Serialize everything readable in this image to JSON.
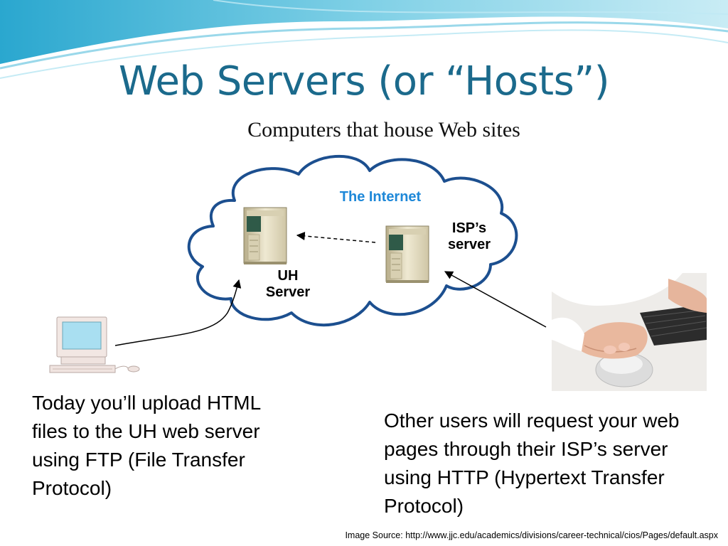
{
  "slide": {
    "title": "Web Servers (or “Hosts”)",
    "subtitle": "Computers that house Web sites"
  },
  "diagram": {
    "cloud_label": "The Internet",
    "isp_server_label": "ISP’s\nserver",
    "uh_server_label": "UH\nServer"
  },
  "text": {
    "upload_note": "Today you’ll upload HTML files to the UH web server using FTP (File Transfer Protocol)",
    "request_note": "Other users will request your web pages through their ISP’s server using HTTP (Hypertext Transfer Protocol)"
  },
  "footer": {
    "image_source": "Image Source: http://www.jjc.edu/academics/divisions/career-technical/cios/Pages/default.aspx"
  },
  "colors": {
    "title": "#1b6a8c",
    "cloud_stroke": "#1c4f8f",
    "internet_label": "#1e88d8",
    "header_wave": "#3fb6d8"
  }
}
